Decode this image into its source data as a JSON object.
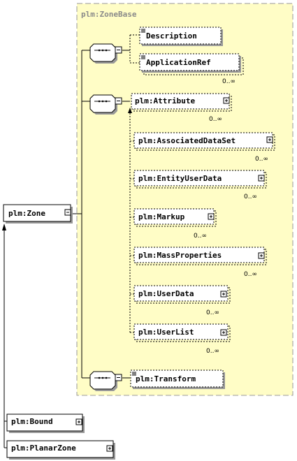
{
  "base": {
    "title": "plm:ZoneBase"
  },
  "zone": {
    "label": "plm:Zone"
  },
  "sequences": [
    "sequence",
    "sequence",
    "sequence"
  ],
  "sequence_1_items": [
    {
      "label": "Description",
      "occurs": ""
    },
    {
      "label": "ApplicationRef",
      "occurs": "0..∞"
    }
  ],
  "attribute_group": [
    {
      "label": "plm:Attribute",
      "occurs": "0..∞"
    },
    {
      "label": "plm:AssociatedDataSet",
      "occurs": "0..∞"
    },
    {
      "label": "plm:EntityUserData",
      "occurs": "0..∞"
    },
    {
      "label": "plm:Markup",
      "occurs": "0..∞"
    },
    {
      "label": "plm:MassProperties",
      "occurs": "0..∞"
    },
    {
      "label": "plm:UserData",
      "occurs": "0..∞"
    },
    {
      "label": "plm:UserList",
      "occurs": "0..∞"
    }
  ],
  "transform": {
    "label": "plm:Transform"
  },
  "derived": [
    {
      "label": "plm:Bound"
    },
    {
      "label": "plm:PlanarZone"
    }
  ],
  "colors": {
    "base_fill": "#fffdc6",
    "base_border": "#999999",
    "shadow": "#999999"
  }
}
